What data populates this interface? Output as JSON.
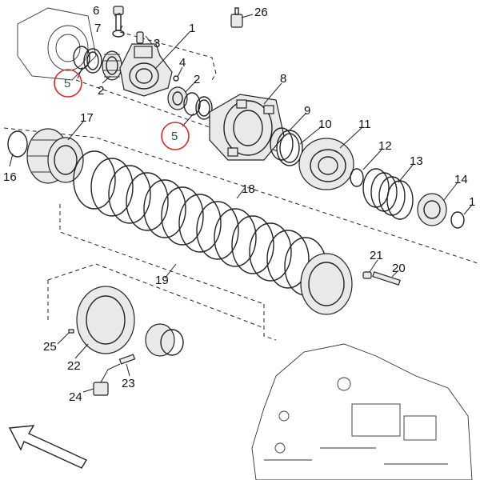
{
  "callouts": {
    "c1": "1",
    "c2a": "2",
    "c2b": "2",
    "c3": "3",
    "c4": "4",
    "c5a": "5",
    "c5b": "5",
    "c6": "6",
    "c7": "7",
    "c8": "8",
    "c9": "9",
    "c10": "10",
    "c11": "11",
    "c12": "12",
    "c13": "13",
    "c14": "14",
    "c15": "1",
    "c16": "16",
    "c17": "17",
    "c18": "18",
    "c19": "19",
    "c20": "20",
    "c21": "21",
    "c22": "22",
    "c23": "23",
    "c24": "24",
    "c25": "25",
    "c26": "26"
  },
  "colors": {
    "highlight_circle": "#d62a2a",
    "highlight_text": "#1b5e5a",
    "line": "#222222"
  },
  "icons": {
    "direction_arrow": "forward-direction-arrow-icon"
  }
}
